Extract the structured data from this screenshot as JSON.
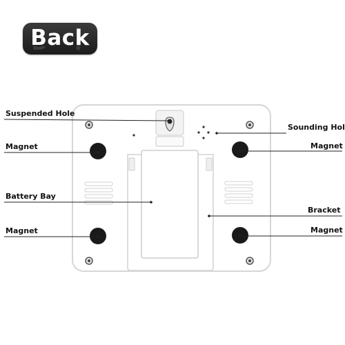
{
  "badge": {
    "text": "Back"
  },
  "callouts": {
    "suspended_hole": "Suspended Hole",
    "sounding_hole": "Sounding Hole",
    "magnet_top_left": "Magnet",
    "magnet_top_right": "Magnet",
    "battery_bay": "Battery Bay",
    "bracket": "Bracket",
    "magnet_bottom_left": "Magnet",
    "magnet_bottom_right": "Magnet"
  },
  "colors": {
    "badge_bg": "#2a2a2a",
    "device_body": "#ffffff",
    "device_outline": "#d9d9d9",
    "magnet": "#1a1a1a",
    "leader_line": "#222222"
  }
}
